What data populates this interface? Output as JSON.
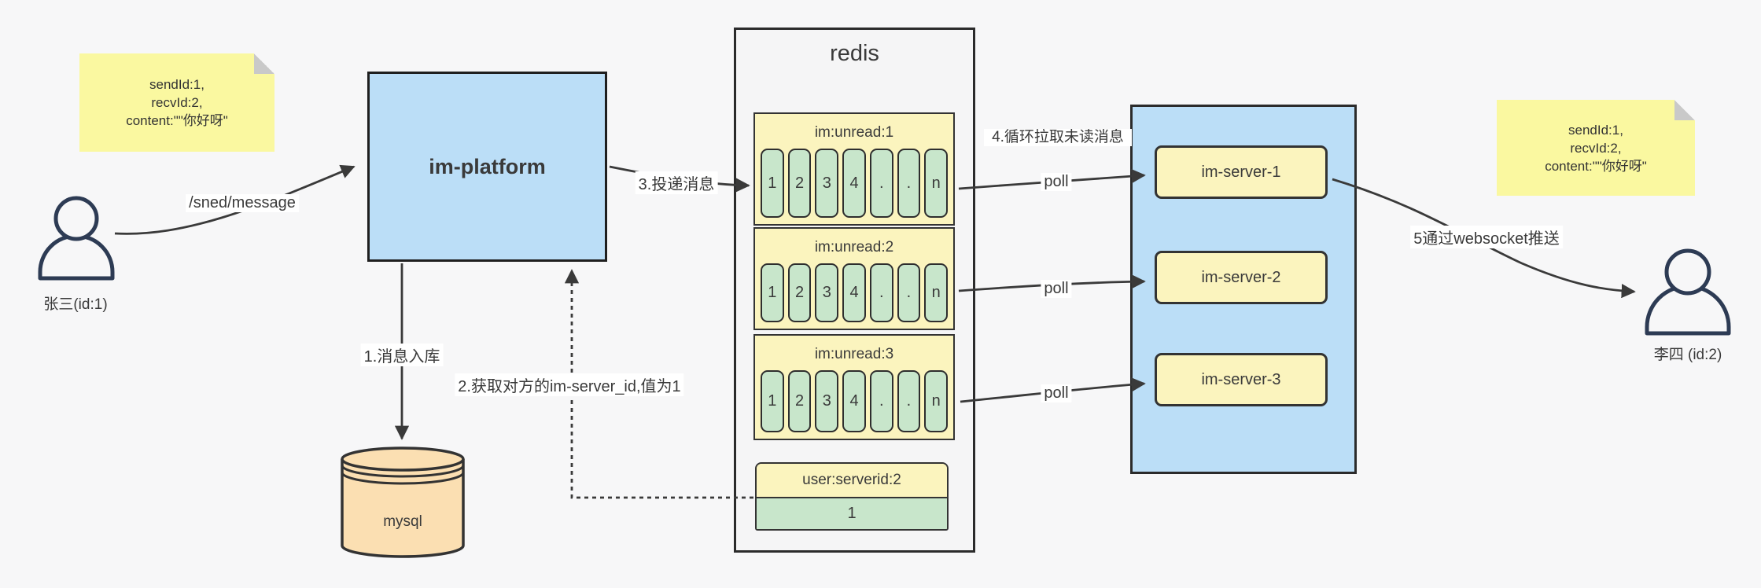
{
  "colors": {
    "background": "#f7f7f8",
    "note_yellow": "#faf8a0",
    "box_blue": "#bbdef7",
    "panel_yellow": "#fbf4be",
    "cell_green": "#c8e6cb",
    "mysql_tan": "#fbdfb2",
    "line_dark": "#3a3a3a"
  },
  "note_left": {
    "lines": [
      "sendId:1,",
      "recvId:2,",
      "content:\"\"你好呀\""
    ]
  },
  "note_right": {
    "lines": [
      "sendId:1,",
      "recvId:2,",
      "content:\"\"你好呀\""
    ]
  },
  "users": {
    "sender_label": "张三(id:1)",
    "receiver_label": "李四 (id:2)"
  },
  "platform": {
    "label": "im-platform"
  },
  "database": {
    "label": "mysql"
  },
  "redis": {
    "title": "redis",
    "queues": [
      {
        "header": "im:unread:1",
        "cells": [
          "1",
          "2",
          "3",
          "4",
          ".",
          ".",
          "n"
        ]
      },
      {
        "header": "im:unread:2",
        "cells": [
          "1",
          "2",
          "3",
          "4",
          ".",
          ".",
          "n"
        ]
      },
      {
        "header": "im:unread:3",
        "cells": [
          "1",
          "2",
          "3",
          "4",
          ".",
          ".",
          "n"
        ]
      }
    ],
    "kv": {
      "header": "user:serverid:2",
      "value": "1"
    }
  },
  "servers": {
    "items": [
      {
        "label": "im-server-1"
      },
      {
        "label": "im-server-2"
      },
      {
        "label": "im-server-3"
      }
    ]
  },
  "labels": {
    "send": "/sned/message",
    "step1": "1.消息入库",
    "step2": "2.获取对方的im-server_id,值为1",
    "step3": "3.投递消息",
    "step4": "4.循环拉取未读消息",
    "poll1": "poll",
    "poll2": "poll",
    "poll3": "poll",
    "step5": "5通过websocket推送"
  }
}
